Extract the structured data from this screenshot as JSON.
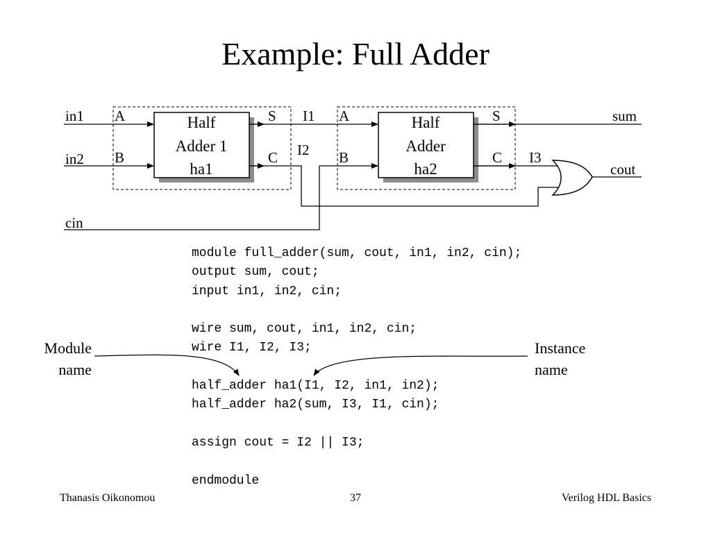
{
  "slide": {
    "title": "Example: Full Adder",
    "footer_left": "Thanasis Oikonomou",
    "footer_center": "37",
    "footer_right": "Verilog HDL Basics"
  },
  "diagram": {
    "inputs": {
      "in1": "in1",
      "in2": "in2",
      "cin": "cin"
    },
    "outputs": {
      "sum": "sum",
      "cout": "cout"
    },
    "wires": {
      "i1": "I1",
      "i2": "I2",
      "i3": "I3"
    },
    "ha1": {
      "line1": "Half",
      "line2": "Adder 1",
      "line3": "ha1",
      "port_a": "A",
      "port_b": "B",
      "port_s": "S",
      "port_c": "C"
    },
    "ha2": {
      "line1": "Half",
      "line2": "Adder",
      "line3": "ha2",
      "port_a": "A",
      "port_b": "B",
      "port_s": "S",
      "port_c": "C"
    }
  },
  "code": [
    "module full_adder(sum, cout, in1, in2, cin);",
    "output sum, cout;",
    "input in1, in2, cin;",
    "",
    "wire sum, cout, in1, in2, cin;",
    "wire I1, I2, I3;",
    "",
    "half_adder ha1(I1, I2, in1, in2);",
    "half_adder ha2(sum, I3, I1, cin);",
    "",
    "assign cout = I2 || I3;",
    "",
    "endmodule"
  ],
  "annotations": {
    "module_name_line1": "Module",
    "module_name_line2": "name",
    "instance_name_line1": "Instance",
    "instance_name_line2": "name"
  }
}
